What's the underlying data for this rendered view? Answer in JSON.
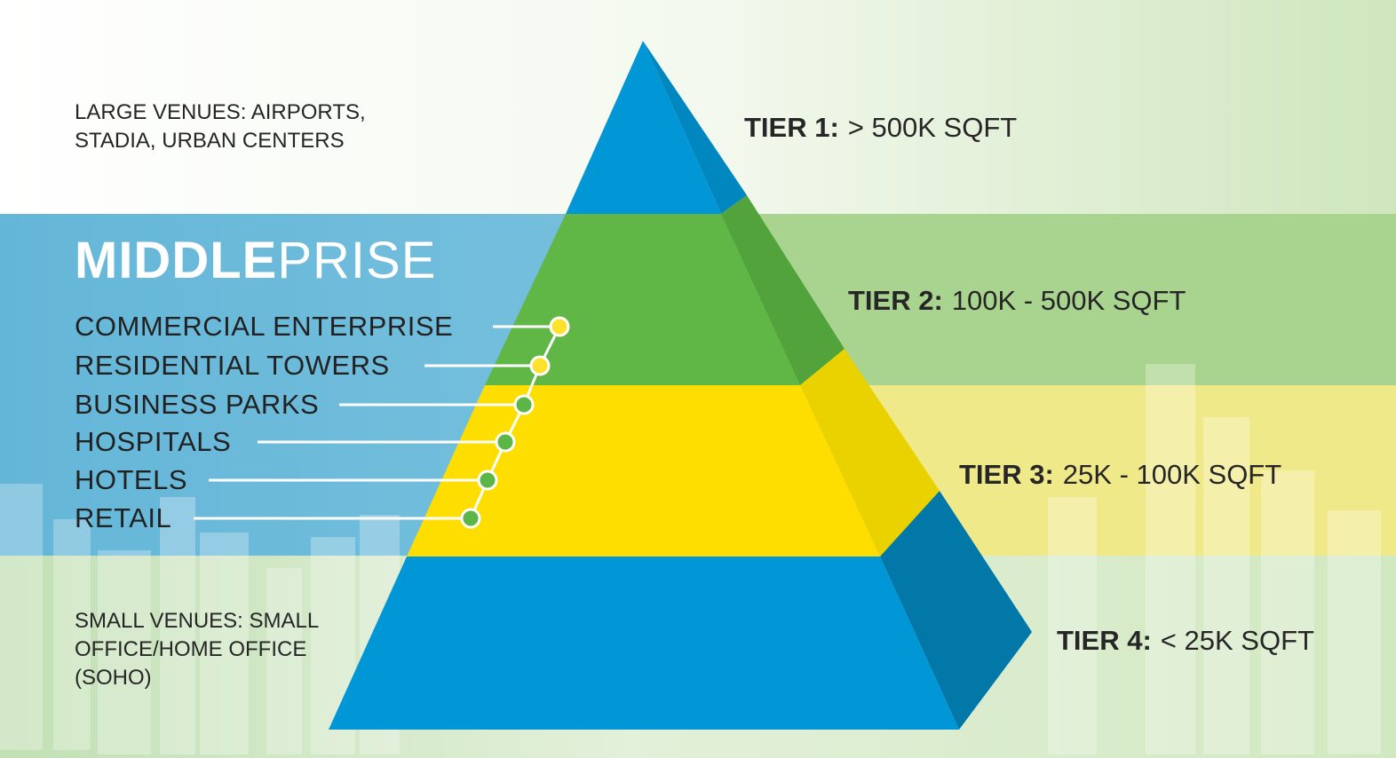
{
  "colors": {
    "blue": "#0197d7",
    "green": "#60b745",
    "yellow": "#fede00",
    "band_blue": "#7ec4e0",
    "band_green": "#a9d48f",
    "band_yellow": "#f0e98a",
    "dot_yellow": "#fde12b",
    "dot_green": "#5cb547"
  },
  "large_venues": {
    "line1": "LARGE VENUES: AIRPORTS,",
    "line2": "STADIA, URBAN CENTERS"
  },
  "small_venues": {
    "line1": "SMALL VENUES: SMALL",
    "line2": "OFFICE/HOME OFFICE",
    "line3": "(SOHO)"
  },
  "middleprise": {
    "title_bold": "MIDDLE",
    "title_light": "PRISE",
    "items": [
      {
        "label": "COMMERCIAL ENTERPRISE",
        "dot": "yellow"
      },
      {
        "label": "RESIDENTIAL TOWERS",
        "dot": "yellow"
      },
      {
        "label": "BUSINESS PARKS",
        "dot": "green"
      },
      {
        "label": "HOSPITALS",
        "dot": "green"
      },
      {
        "label": "HOTELS",
        "dot": "green"
      },
      {
        "label": "RETAIL",
        "dot": "green"
      }
    ]
  },
  "tiers": [
    {
      "name": "TIER 1:",
      "value": "> 500K SQFT",
      "color": "blue"
    },
    {
      "name": "TIER 2:",
      "value": "100K - 500K SQFT",
      "color": "green"
    },
    {
      "name": "TIER 3:",
      "value": "25K - 100K SQFT",
      "color": "yellow"
    },
    {
      "name": "TIER 4:",
      "value": "< 25K SQFT",
      "color": "blue"
    }
  ]
}
